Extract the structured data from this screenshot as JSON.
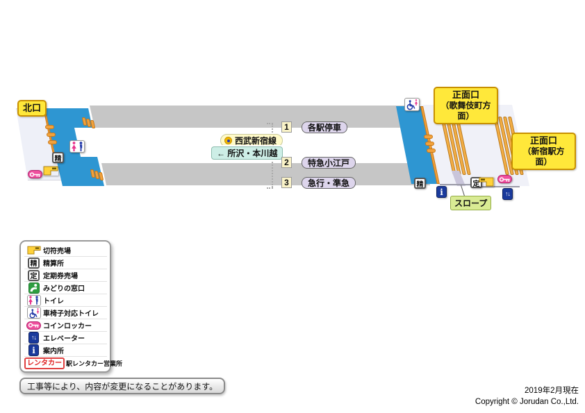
{
  "map": {
    "exits": {
      "north": "北口",
      "front_kabukicho_line1": "正面口",
      "front_kabukicho_line2": "（歌舞伎町方面）",
      "front_shinjuku_line1": "正面口",
      "front_shinjuku_line2": "（新宿駅方面）"
    },
    "line": {
      "name": "西武新宿線",
      "direction": "← 所沢・本川越"
    },
    "platforms": [
      {
        "number": "1",
        "service": "各駅停車"
      },
      {
        "number": "2",
        "service": "特急小江戸"
      },
      {
        "number": "3",
        "service": "急行・準急"
      }
    ],
    "slope_label": "スロープ"
  },
  "icons": {
    "fare_adjustment": "精",
    "commuter_pass": "定",
    "information": "i",
    "elevator": "↑↓",
    "rentacar": "レンタカー"
  },
  "legend": {
    "items": [
      {
        "icon": "ticket-machine-icon",
        "label": "切符売場"
      },
      {
        "icon": "fare-adjustment-icon",
        "label": "精算所"
      },
      {
        "icon": "commuter-pass-icon",
        "label": "定期券売場"
      },
      {
        "icon": "midori-window-icon",
        "label": "みどりの窓口"
      },
      {
        "icon": "toilet-icon",
        "label": "トイレ"
      },
      {
        "icon": "wheelchair-toilet-icon",
        "label": "車椅子対応トイレ"
      },
      {
        "icon": "coin-locker-icon",
        "label": "コインロッカー"
      },
      {
        "icon": "elevator-icon",
        "label": "エレベーター"
      },
      {
        "icon": "information-icon",
        "label": "案内所"
      },
      {
        "icon": "rentacar-icon",
        "label": "駅レンタカー営業所"
      }
    ]
  },
  "notice": "工事等により、内容が変更になることがあります。",
  "footer": {
    "date": "2019年2月現在",
    "copyright": "Copyright © Jorudan Co.,Ltd."
  },
  "colors": {
    "platform_gray": "#c6c6c6",
    "concourse_blue": "#2e96d2",
    "gate_orange": "#f2a23c",
    "stair_orange": "#f3ae45",
    "label_yellow": "#ffe83a",
    "label_border": "#c89000",
    "service_pill_purple": "#ddd5ec",
    "direction_pill_teal": "#cdeee6",
    "line_pill_yellow": "#fffac8",
    "slope_green": "#d9eb94",
    "locker_pink": "#ef4f9e",
    "icon_blue": "#1a3a9c",
    "midori_green": "#2e9e40",
    "exterior_lavender": "#eef0f8"
  }
}
